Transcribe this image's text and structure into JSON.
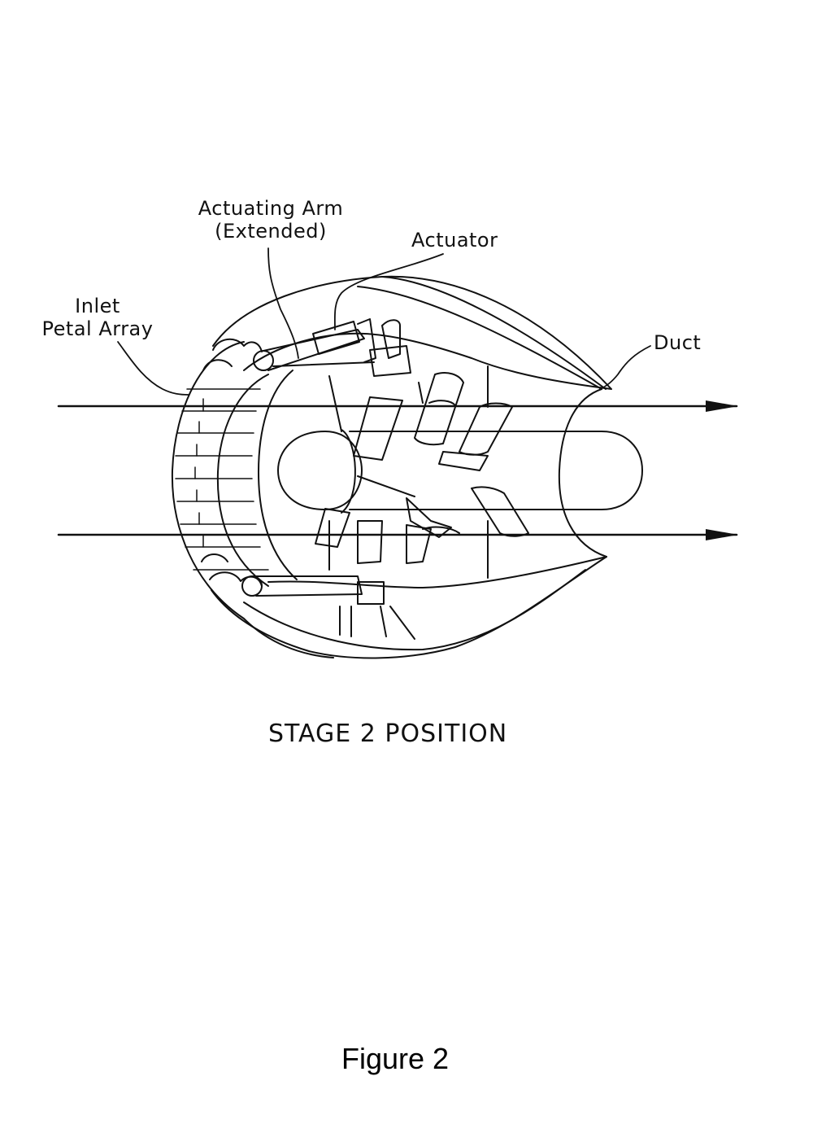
{
  "labels": {
    "actuating_arm_line1": "Actuating Arm",
    "actuating_arm_line2": "(Extended)",
    "actuator": "Actuator",
    "inlet_line1": "Inlet",
    "inlet_line2": "Petal Array",
    "duct": "Duct"
  },
  "stage_caption": "STAGE 2 POSITION",
  "figure_caption": "Figure 2",
  "colors": {
    "ink": "#111111",
    "paper": "#ffffff"
  }
}
